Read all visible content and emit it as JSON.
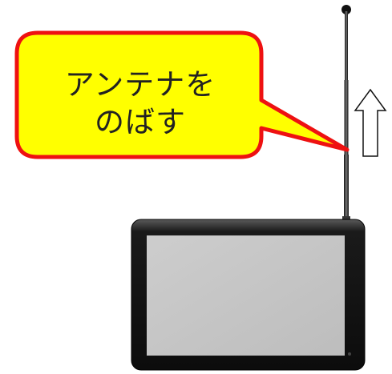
{
  "callout": {
    "line1": "アンテナを",
    "line2": "のばす",
    "fill_color": "#ffff00",
    "border_color": "#ee1111"
  },
  "icons": {
    "arrow": "up-outline-arrow-icon",
    "antenna": "telescopic-antenna",
    "device": "portable-tv-tablet"
  },
  "colors": {
    "screen": "#c5c5c5",
    "bezel": "#111111",
    "antenna": "#2a2a2a"
  }
}
